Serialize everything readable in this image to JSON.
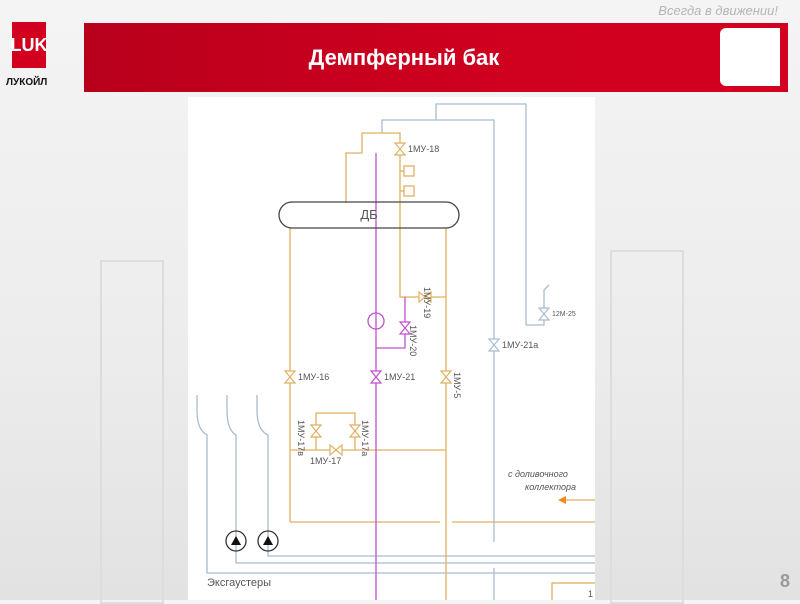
{
  "header": {
    "slogan": "Всегда в движении!",
    "title": "Демпферный бак",
    "logo_mark": "LUK",
    "logo_text": "ЛУКОЙЛ"
  },
  "diagram": {
    "tank": "ДБ",
    "valves": [
      "1МУ-18",
      "1МУ-19",
      "1МУ-20",
      "12М-25",
      "1МУ-21а",
      "1МУ-16",
      "1МУ-21",
      "1МУ-5",
      "1МУ-17в",
      "1МУ-17а",
      "1МУ-17"
    ],
    "inlet_label_1": "с доливочного",
    "inlet_label_2": "коллектора",
    "exhausters_label": "Эксгаустеры",
    "box_label": "1"
  },
  "footer": {
    "page_number": "8"
  },
  "colors": {
    "brand": "#d2001e",
    "orange": "#e0b060",
    "purple": "#c050d0",
    "blue": "#a8bcd0"
  }
}
